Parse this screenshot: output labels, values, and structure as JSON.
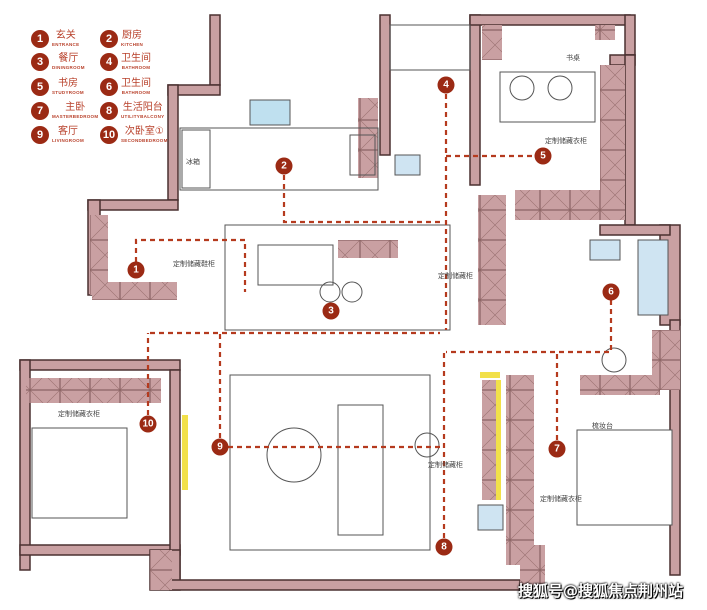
{
  "legend": [
    {
      "num": "1",
      "zh": "玄关",
      "en": "ENTRANCE"
    },
    {
      "num": "2",
      "zh": "厨房",
      "en": "KITCHEN"
    },
    {
      "num": "3",
      "zh": "餐厅",
      "en": "DININGROOM"
    },
    {
      "num": "4",
      "zh": "卫生间",
      "en": "BATHROOM"
    },
    {
      "num": "5",
      "zh": "书房",
      "en": "STUDYROOM"
    },
    {
      "num": "6",
      "zh": "卫生间",
      "en": "BATHROOM"
    },
    {
      "num": "7",
      "zh": "主卧",
      "en": "MASTERBEDROOM"
    },
    {
      "num": "8",
      "zh": "生活阳台",
      "en": "UTILITYBALCONY"
    },
    {
      "num": "9",
      "zh": "客厅",
      "en": "LIVINGROOM"
    },
    {
      "num": "10",
      "zh": "次卧室①",
      "en": "SECONDBEDROOM"
    }
  ],
  "labels": {
    "desk": "书桌",
    "study_wardrobe": "定制储藏衣柜",
    "fridge": "冰箱",
    "shoe_cabinet": "定制储藏鞋柜",
    "storage_cabinet": "定制储藏柜",
    "second_wardrobe": "定制储藏衣柜",
    "vanity": "梳妆台",
    "living_storage": "定制储藏柜",
    "master_wardrobe": "定制储藏衣柜"
  },
  "watermark": "搜狐号@搜狐焦点荆州站",
  "colors": {
    "marker": "#9b2a14",
    "wall": "#5b3d3d",
    "cabinet": "#c9a0a2",
    "path": "#b53a1e",
    "highlight": "#f2e04a"
  }
}
